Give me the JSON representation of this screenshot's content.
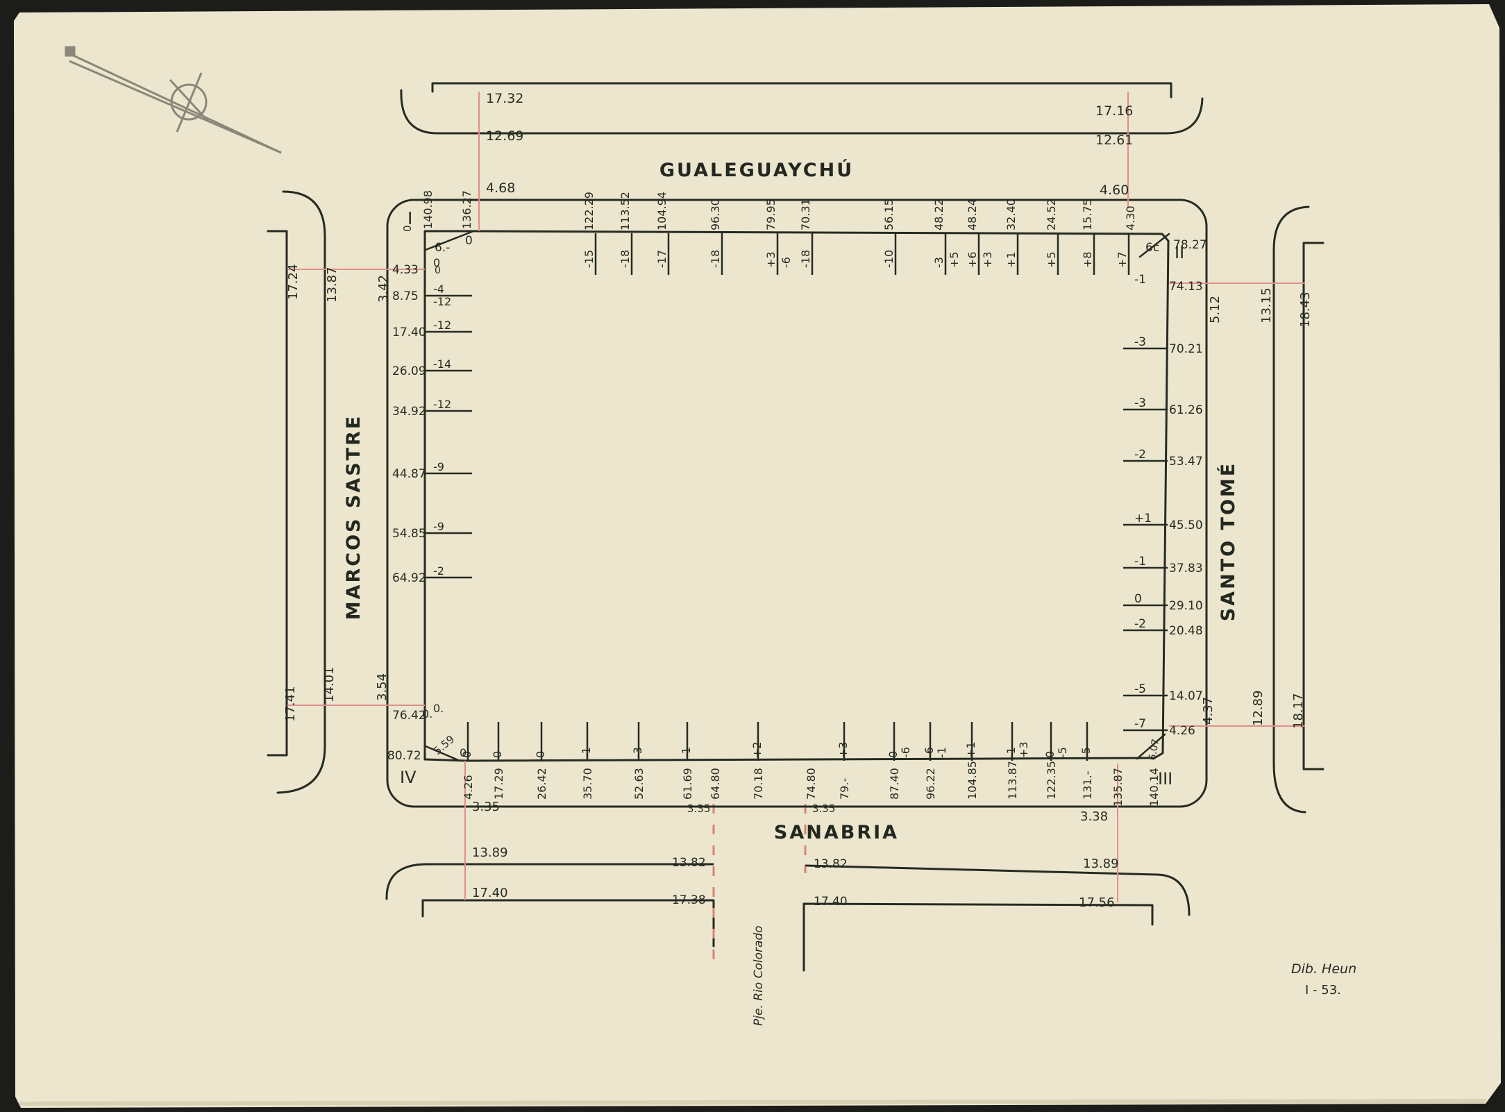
{
  "colors": {
    "paper": "#ece6cf",
    "ink": "#262b22",
    "red_line": "#e08f8a",
    "red_dash": "#d8846e",
    "border": "#1c1c1a"
  },
  "compass": {
    "icon": "north-arrow-icon"
  },
  "streets": {
    "north": "GUALEGUAYCHÚ",
    "west": "MARCOS SASTRE",
    "east": "SANTO TOMÉ",
    "south": "SANABRIA",
    "passage": "Pje. Rio Colorado"
  },
  "corners": {
    "c1": "I",
    "c2": "II",
    "c3": "III",
    "c4": "IV"
  },
  "corner_annotations": {
    "nw_angle": "6.-",
    "nw_zero_a": "0",
    "nw_zero_b": "0",
    "nw_dot": "0.",
    "ne_angle": "6c",
    "sw_dot": "0.",
    "sw_zero": "0"
  },
  "corner_values": {
    "nw_top": "140.98",
    "nw_right": "136.27",
    "ne_top": "4.30",
    "ne_right": "78.27",
    "sw_left": "80.72",
    "sw_diag": "5.59",
    "se_left": "135.87",
    "se_right": "140.14",
    "se_diag": "6.07"
  },
  "north_side": {
    "dims": [
      {
        "value": "122.29",
        "level": "-15"
      },
      {
        "value": "113.52",
        "level": "-18"
      },
      {
        "value": "104.94",
        "level": "-17"
      },
      {
        "value": "96.30",
        "level": "-18"
      },
      {
        "value": "79.95",
        "level": "+3",
        "level2": "-6"
      },
      {
        "value": "70.31",
        "level": "-18"
      },
      {
        "value": "56.15",
        "level": "-10"
      },
      {
        "value": "48.22",
        "level": "-3",
        "level2": "+5"
      },
      {
        "value": "48.24",
        "level": "+6",
        "level2": "+3"
      },
      {
        "value": "32.40",
        "level": "+1"
      },
      {
        "value": "24.52",
        "level": "+5"
      },
      {
        "value": "15.75",
        "level": "+8"
      },
      {
        "value": "",
        "level": "+7"
      }
    ],
    "street_dims": {
      "building_to_curb": "4.68",
      "curb_to_curb": "12.69",
      "width_total": "17.32",
      "e_building_to_curb": "4.60",
      "e_curb_to_curb": "12.61",
      "e_width_total": "17.16"
    }
  },
  "west_side": {
    "dims": [
      {
        "value": "4.33",
        "level": "0"
      },
      {
        "value": "8.75",
        "level": "-4",
        "level2": "-12"
      },
      {
        "value": "17.40",
        "level": "-12"
      },
      {
        "value": "26.09",
        "level": "-14"
      },
      {
        "value": "34.92",
        "level": "-12"
      },
      {
        "value": "44.87",
        "level": "-9"
      },
      {
        "value": "54.85",
        "level": "-9"
      },
      {
        "value": "64.92",
        "level": "-2"
      },
      {
        "value": "76.42",
        "level": "0."
      }
    ],
    "street_dims": {
      "building_to_curb": "3.42",
      "curb_to_curb": "13.87",
      "width_total": "17.24",
      "s_building_to_curb": "3.54",
      "s_curb_to_curb": "14.01",
      "s_width_total": "17.41"
    }
  },
  "east_side": {
    "dims": [
      {
        "value": "74.13",
        "level": "-1"
      },
      {
        "value": "70.21",
        "level": "-3"
      },
      {
        "value": "61.26",
        "level": "-3"
      },
      {
        "value": "53.47",
        "level": "-2"
      },
      {
        "value": "45.50",
        "level": "+1"
      },
      {
        "value": "37.83",
        "level": "-1"
      },
      {
        "value": "29.10",
        "level": "0"
      },
      {
        "value": "20.48",
        "level": "-2"
      },
      {
        "value": "14.07",
        "level": "-5"
      },
      {
        "value": "4.26",
        "level": "-7"
      }
    ],
    "street_dims": {
      "building_to_curb": "5.12",
      "curb_to_curb": "13.15",
      "width_total": "18.43",
      "s_building_to_curb": "4.37",
      "s_curb_to_curb": "12.89",
      "s_width_total": "18.17"
    }
  },
  "south_side": {
    "dims": [
      {
        "value": "4.26",
        "level": "0"
      },
      {
        "value": "17.29",
        "level": "0"
      },
      {
        "value": "26.42",
        "level": "0"
      },
      {
        "value": "35.70",
        "level": "-1"
      },
      {
        "value": "52.63",
        "level": "-3"
      },
      {
        "value": "61.69",
        "level": "-1"
      },
      {
        "value": "64.80",
        "level": ""
      },
      {
        "value": "70.18",
        "level": "+2"
      },
      {
        "value": "74.80",
        "level": ""
      },
      {
        "value": "79.-",
        "level": "+3"
      },
      {
        "value": "87.40",
        "level": "0",
        "level2": "-6"
      },
      {
        "value": "96.22",
        "level": "-6",
        "level2": "-1"
      },
      {
        "value": "104.85",
        "level": "+1"
      },
      {
        "value": "113.87",
        "level": "-1",
        "level2": "+3"
      },
      {
        "value": "122.35",
        "level": "0",
        "level2": "-5"
      },
      {
        "value": "131.-",
        "level": "-5"
      }
    ],
    "street_dims": {
      "w_building_to_curb": "3.35",
      "w_curb_to_curb": "13.89",
      "w_width_total": "17.40",
      "pl_building_to_curb": "3.35",
      "pl_curb_to_curb": "13.82",
      "pl_width_total": "17.38",
      "pr_building_to_curb": "3.35",
      "pr_curb_to_curb": "13.82",
      "pr_width_total": "17.40",
      "e_building_to_curb": "3.38",
      "e_curb_to_curb": "13.89",
      "e_width_total": "17.56"
    }
  },
  "signature": {
    "line1": "Dib. Heun",
    "line2": "I - 53."
  }
}
